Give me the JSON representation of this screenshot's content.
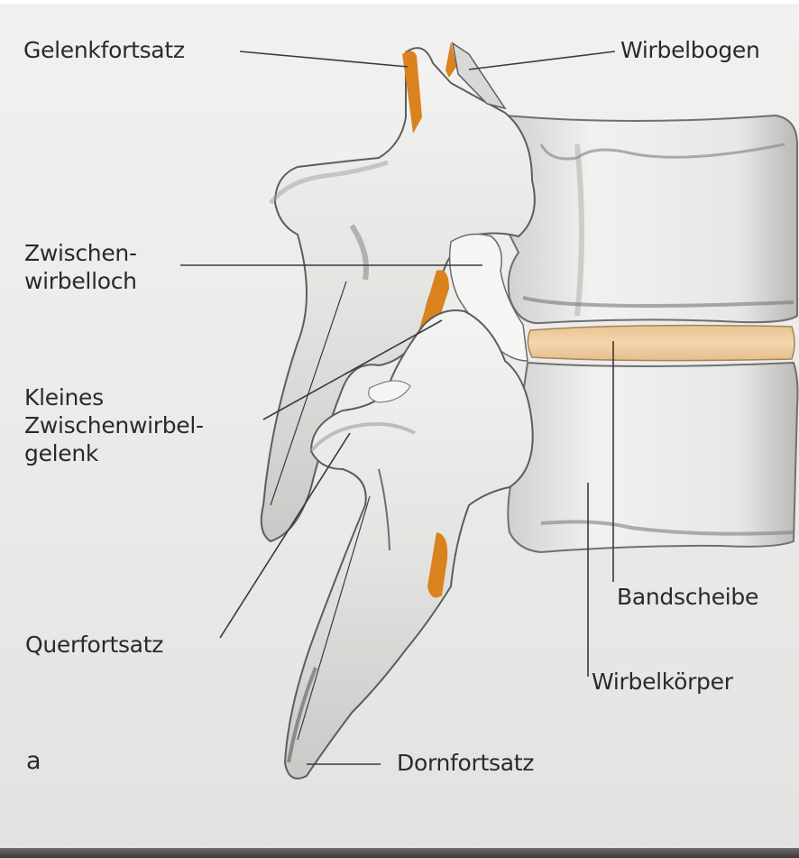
{
  "figure": {
    "panel_letter": "a",
    "subject": "lumbar vertebrae, lateral view",
    "labels": {
      "gelenkfortsatz": "Gelenkfortsatz",
      "wirbelbogen": "Wirbelbogen",
      "zwischenwirbelloch": [
        "Zwischen-",
        "wirbelloch"
      ],
      "kleines_zwischenwirbelgelenk": [
        "Kleines",
        "Zwischenwirbel-",
        "gelenk"
      ],
      "querfortsatz": "Querfortsatz",
      "dornfortsatz": "Dornfortsatz",
      "bandscheibe": "Bandscheibe",
      "wirbelkoerper": "Wirbelkörper"
    },
    "colors": {
      "background": "#ecebea",
      "bone": "#e8e8e6",
      "bone_shadow": "#8d8f8c",
      "cartilage_orange": "#d9821e",
      "disc": "#efcc9c",
      "leader_line": "#3a3a3a",
      "text": "#2a2a2a"
    }
  }
}
